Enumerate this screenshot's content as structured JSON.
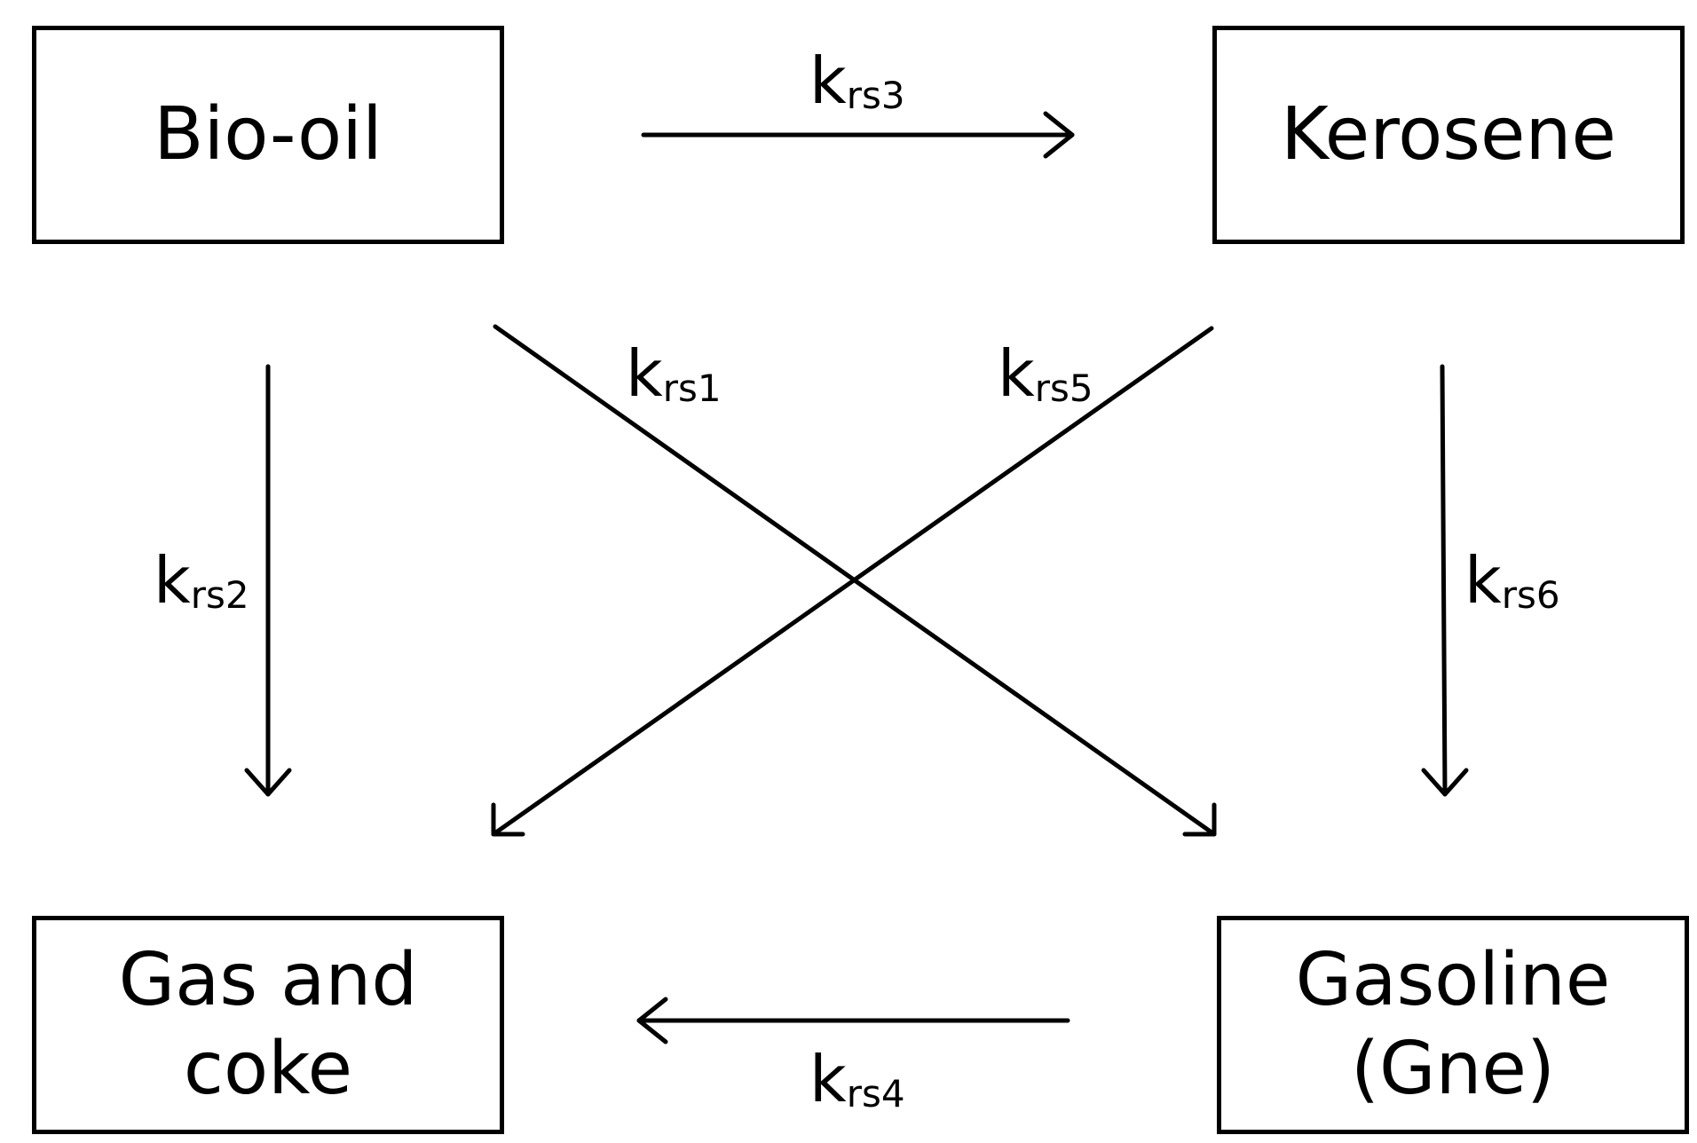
{
  "nodes": {
    "bio_oil": {
      "label": "Bio-oil"
    },
    "kerosene": {
      "label": "Kerosene"
    },
    "gas_and_coke": {
      "line1": "Gas and",
      "line2": "coke"
    },
    "gasoline": {
      "line1": "Gasoline",
      "line2": "(Gne)"
    }
  },
  "rates": {
    "krs1": {
      "base": "k",
      "sub": "rs1"
    },
    "krs2": {
      "base": "k",
      "sub": "rs2"
    },
    "krs3": {
      "base": "k",
      "sub": "rs3"
    },
    "krs4": {
      "base": "k",
      "sub": "rs4"
    },
    "krs5": {
      "base": "k",
      "sub": "rs5"
    },
    "krs6": {
      "base": "k",
      "sub": "rs6"
    }
  }
}
